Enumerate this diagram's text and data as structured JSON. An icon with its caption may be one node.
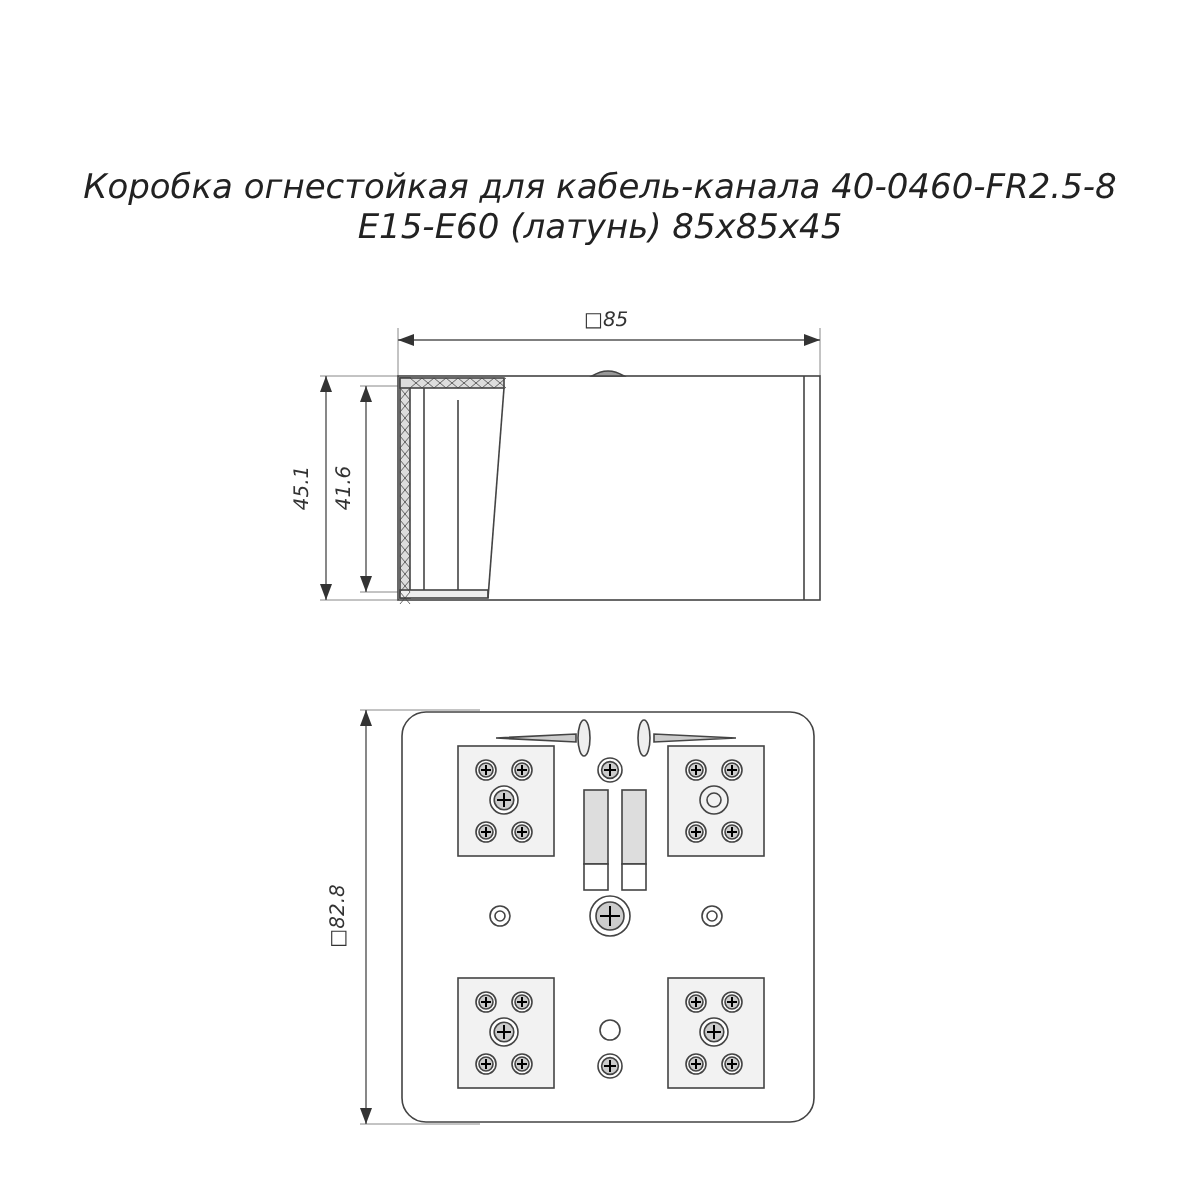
{
  "diagram": {
    "title": "Коробка огнестойкая для кабель-канала 40-0460-FR2.5-8 E15-E60 (латунь) 85x85x45",
    "labels": [
      "□85",
      "45.1",
      "41.6",
      "□82.8"
    ]
  }
}
